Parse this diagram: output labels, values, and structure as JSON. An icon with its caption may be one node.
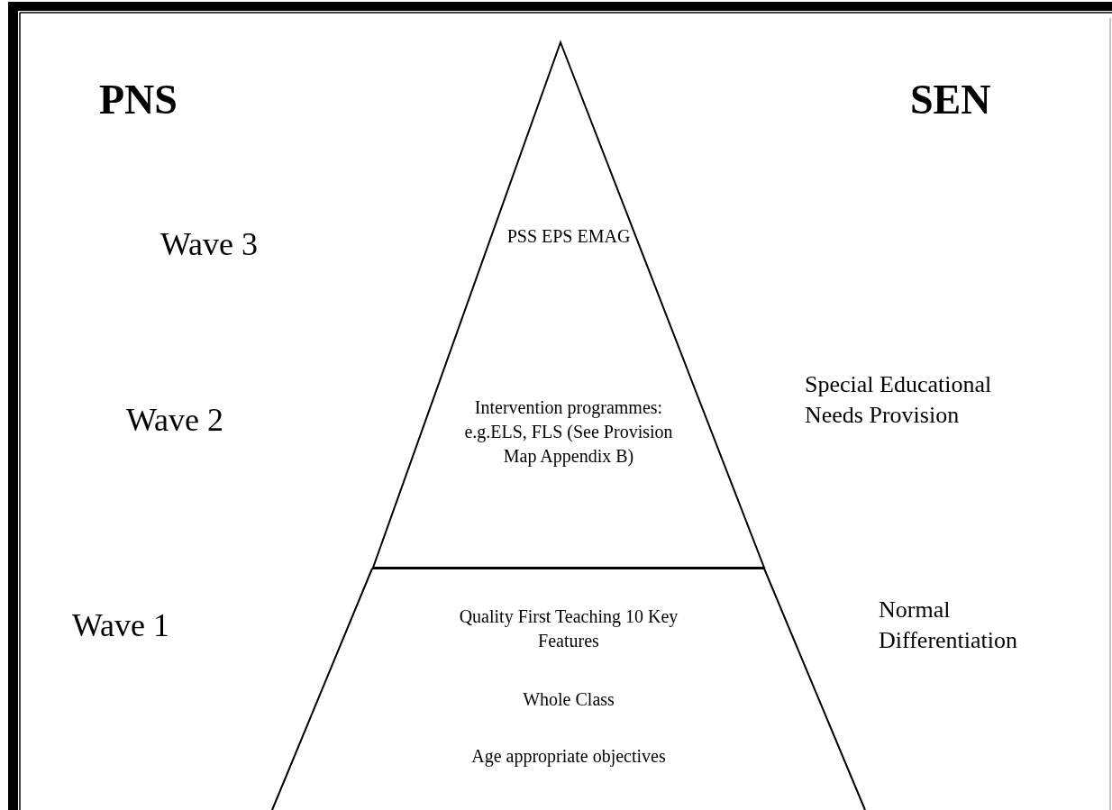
{
  "diagram": {
    "nodes": [
      {
        "text": [
          "PSS EPS EMAG",
          "Intervention programmes: e.g.ELS, FLS (See Provision Map Appendix B)"
        ]
      },
      {
        "text": [
          "Quality First Teaching 10 Key Features",
          "Whole Class",
          "Age appropriate objectives"
        ]
      }
    ],
    "labels": [
      "PNS",
      "SEN",
      "Wave 3",
      "Special Educational Needs Provision",
      "Wave 2",
      "Wave 1",
      "Normal Differentiation"
    ]
  }
}
